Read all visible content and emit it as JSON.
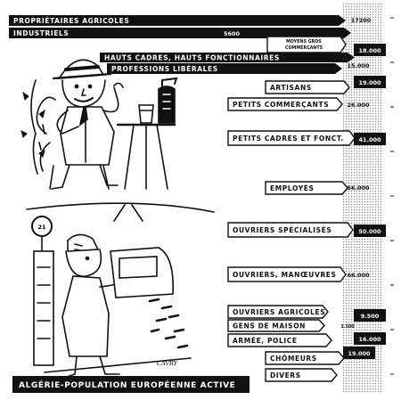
{
  "chart_data": {
    "type": "bar",
    "title": "ALGÉRIE-POPULATION EUROPÉENNE ACTIVE",
    "categories": [
      "PROPRIÉTAIRES AGRICOLES",
      "INDUSTRIELS",
      "MOYENS GROS COMMERÇANTS",
      "HAUTS CADRES, HAUTS FONCTIONNAIRES",
      "PROFESSIONS LIBÉRALES",
      "ARTISANS",
      "PETITS COMMERÇANTS",
      "PETITS CADRES ET FONCT.",
      "EMPLOYÉS",
      "OUVRIERS SPÉCIALISÉS",
      "OUVRIERS, MANŒUVRES",
      "OUVRIERS AGRICOLES",
      "GENS DE MAISON",
      "ARMÉE, POLICE",
      "CHÔMEURS",
      "DIVERS"
    ],
    "values": [
      17200,
      5600,
      18000,
      null,
      15000,
      19000,
      26000,
      41000,
      56000,
      50000,
      66000,
      9500,
      3500,
      16000,
      19000,
      null
    ],
    "value_labels": [
      "17200",
      "5600",
      "18.000",
      "",
      "15.000",
      "19.000",
      "26.000",
      "41.000",
      "56.000",
      "50.000",
      "66.000",
      "9.500",
      "3.500",
      "16.000",
      "19.000",
      ""
    ],
    "highlighted_values": [
      "18.000",
      "19.000",
      "41.000",
      "50.000",
      "9.500",
      "16.000"
    ]
  },
  "colors": {
    "ink": "#111111",
    "paper": "#ffffff",
    "dots": "#9a9a9a"
  },
  "illustration": {
    "bus_stop_number": "21",
    "signature": "CAVRY"
  }
}
